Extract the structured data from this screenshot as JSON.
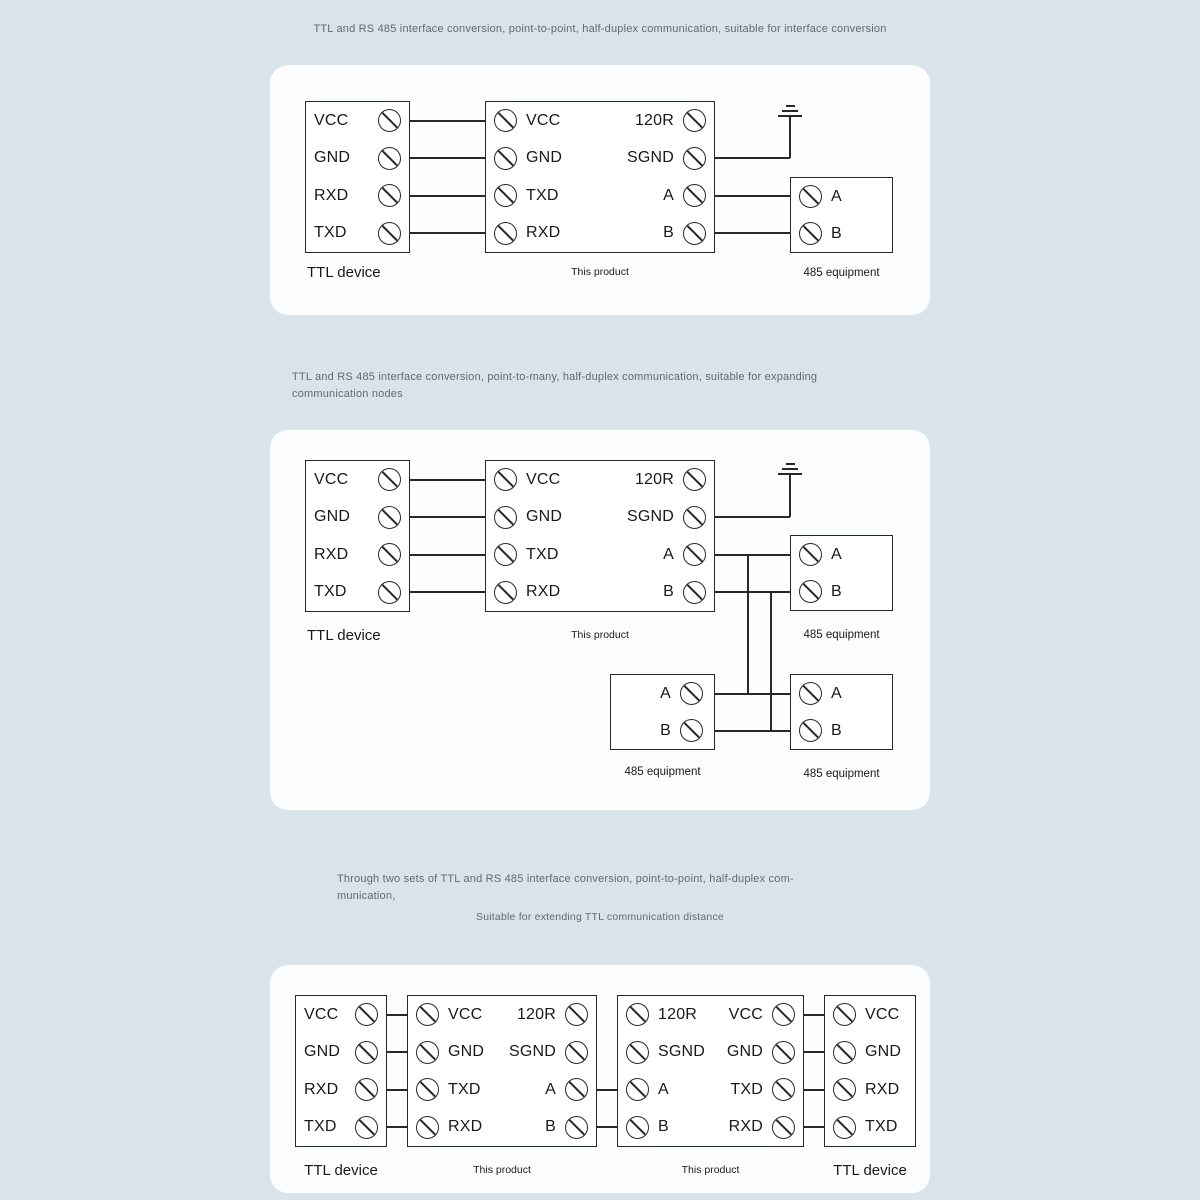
{
  "colors": {
    "background": "#d9e3ea",
    "panel": "#fcfdfe",
    "line": "#26282a",
    "caption_text": "#5d6b76"
  },
  "captions": {
    "section1": "TTL and RS 485 interface conversion, point-to-point, half-duplex communication, suitable for interface conversion",
    "section2": "TTL and RS 485 interface conversion, point-to-many, half-duplex communication, suitable for expanding\ncommunication nodes",
    "section3_main": "Through two sets of TTL and RS 485 interface conversion, point-to-point, half-duplex com-\nmunication,",
    "section3_sub": "Suitable for extending TTL communication distance"
  },
  "labels": {
    "ttl_device": "TTL device",
    "this_product": "This product",
    "equipment_485": "485 equipment"
  },
  "terminals": {
    "ttl": [
      "VCC",
      "GND",
      "RXD",
      "TXD"
    ],
    "product_io": [
      "VCC",
      "GND",
      "TXD",
      "RXD"
    ],
    "product_bus": [
      "120R",
      "SGND",
      "A",
      "B"
    ],
    "ab": [
      "A",
      "B"
    ]
  }
}
